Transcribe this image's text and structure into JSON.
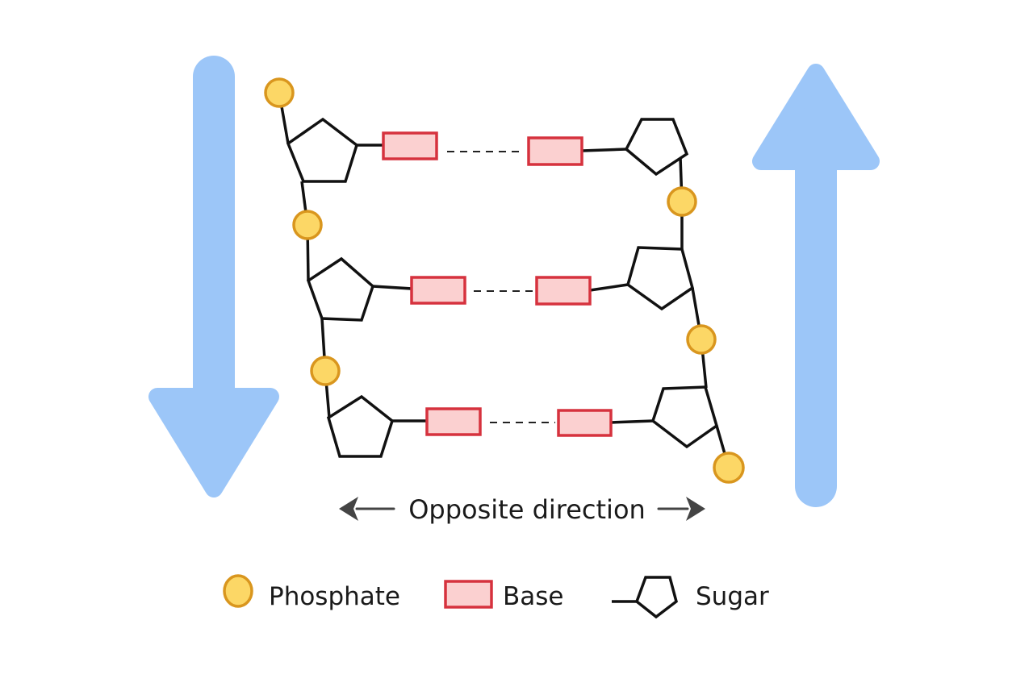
{
  "diagram": {
    "subject": "DNA double strand (antiparallel)",
    "colors": {
      "phosphate_fill": "#fcd766",
      "phosphate_stroke": "#d9961e",
      "base_fill": "#fbd0d0",
      "base_stroke": "#d6323e",
      "sugar_stroke": "#111111",
      "arrow_blue": "#9cc6f8",
      "direction_arrow": "#444444"
    },
    "left_strand": {
      "direction": "down",
      "nucleotides": 3
    },
    "right_strand": {
      "direction": "up",
      "nucleotides": 3
    },
    "base_pairs": 3,
    "direction_label": "Opposite direction",
    "legend": [
      {
        "icon": "phosphate-circle",
        "label": "Phosphate"
      },
      {
        "icon": "base-rectangle",
        "label": "Base"
      },
      {
        "icon": "sugar-pentagon",
        "label": "Sugar"
      }
    ]
  }
}
